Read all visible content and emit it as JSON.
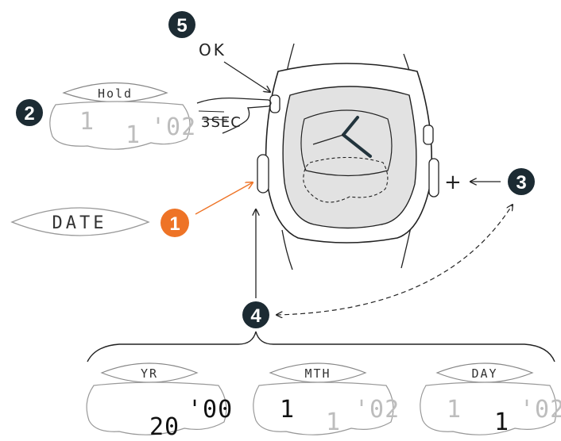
{
  "colors": {
    "step_dark": "#1c2b33",
    "step_accent": "#ee7326",
    "watch_face": "#e2e2e2",
    "line": "#222222"
  },
  "steps": {
    "step1": "1",
    "step2": "2",
    "step3": "3",
    "step4": "4",
    "step5": "5"
  },
  "labels": {
    "ok": "OK",
    "three_sec": "3SEC",
    "plus": "+"
  },
  "displays": {
    "date": {
      "text": "DATE"
    },
    "hold": {
      "header": "Hold",
      "left": "1",
      "mid": "1",
      "right": "'02"
    },
    "yr": {
      "header": "YR",
      "left": "20",
      "right": "'00"
    },
    "mth": {
      "header": "MTH",
      "left": "1",
      "mid": "1",
      "right": "'02"
    },
    "day": {
      "header": "DAY",
      "left": "1",
      "mid": "1",
      "right": "'02"
    }
  }
}
